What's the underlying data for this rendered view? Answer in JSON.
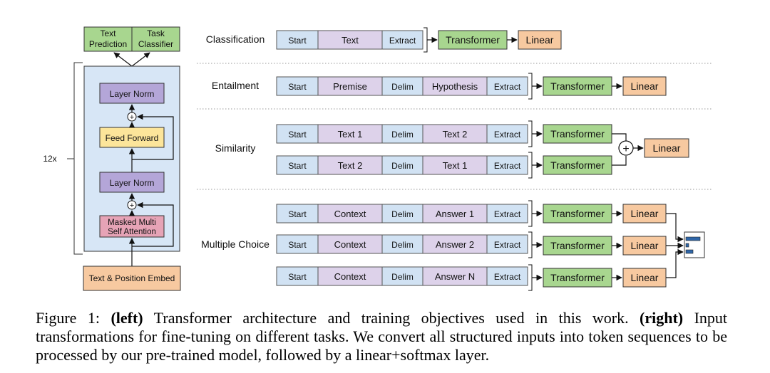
{
  "left": {
    "outputs": [
      {
        "line1": "Text",
        "line2": "Prediction"
      },
      {
        "line1": "Task",
        "line2": "Classifier"
      }
    ],
    "repeat_label": "12x",
    "blocks": {
      "layer_norm_top": "Layer Norm",
      "feed_forward": "Feed Forward",
      "layer_norm_bottom": "Layer Norm",
      "attention_line1": "Masked Multi",
      "attention_line2": "Self Attention"
    },
    "embed": "Text & Position Embed",
    "plus_symbol": "+"
  },
  "right": {
    "tasks": {
      "classification": {
        "label": "Classification",
        "tokens": [
          "Start",
          "Text",
          "Extract"
        ],
        "transformer": "Transformer",
        "linear": "Linear"
      },
      "entailment": {
        "label": "Entailment",
        "tokens": [
          "Start",
          "Premise",
          "Delim",
          "Hypothesis",
          "Extract"
        ],
        "transformer": "Transformer",
        "linear": "Linear"
      },
      "similarity": {
        "label": "Similarity",
        "rows": [
          {
            "tokens": [
              "Start",
              "Text 1",
              "Delim",
              "Text 2",
              "Extract"
            ],
            "transformer": "Transformer"
          },
          {
            "tokens": [
              "Start",
              "Text 2",
              "Delim",
              "Text 1",
              "Extract"
            ],
            "transformer": "Transformer"
          }
        ],
        "plus_symbol": "+",
        "linear": "Linear"
      },
      "multiple_choice": {
        "label": "Multiple Choice",
        "rows": [
          {
            "tokens": [
              "Start",
              "Context",
              "Delim",
              "Answer 1",
              "Extract"
            ],
            "transformer": "Transformer",
            "linear": "Linear"
          },
          {
            "tokens": [
              "Start",
              "Context",
              "Delim",
              "Answer 2",
              "Extract"
            ],
            "transformer": "Transformer",
            "linear": "Linear"
          },
          {
            "tokens": [
              "Start",
              "Context",
              "Delim",
              "Answer N",
              "Extract"
            ],
            "transformer": "Transformer",
            "linear": "Linear"
          }
        ]
      }
    }
  },
  "caption": {
    "figure_label": "Figure 1:",
    "left_tag": "(left)",
    "left_text": "Transformer architecture and training objectives used in this work.",
    "right_tag": "(right)",
    "right_text": "Input transformations for fine-tuning on different tasks.  We convert all structured inputs into token sequences to be processed by our pre-trained model, followed by a linear+softmax layer."
  },
  "colors": {
    "token": "#d1e2f3",
    "content_token": "#ddd2ea",
    "transformer": "#a8d68f",
    "linear": "#f7c9a0",
    "block_bg": "#d7e6f6",
    "layer_norm": "#b4a6d8",
    "feed_forward": "#fce59a",
    "attention": "#e6a3b6",
    "embed": "#f7c9a0",
    "output": "#a8d68f",
    "softmax_bar": "#2f66a8"
  }
}
